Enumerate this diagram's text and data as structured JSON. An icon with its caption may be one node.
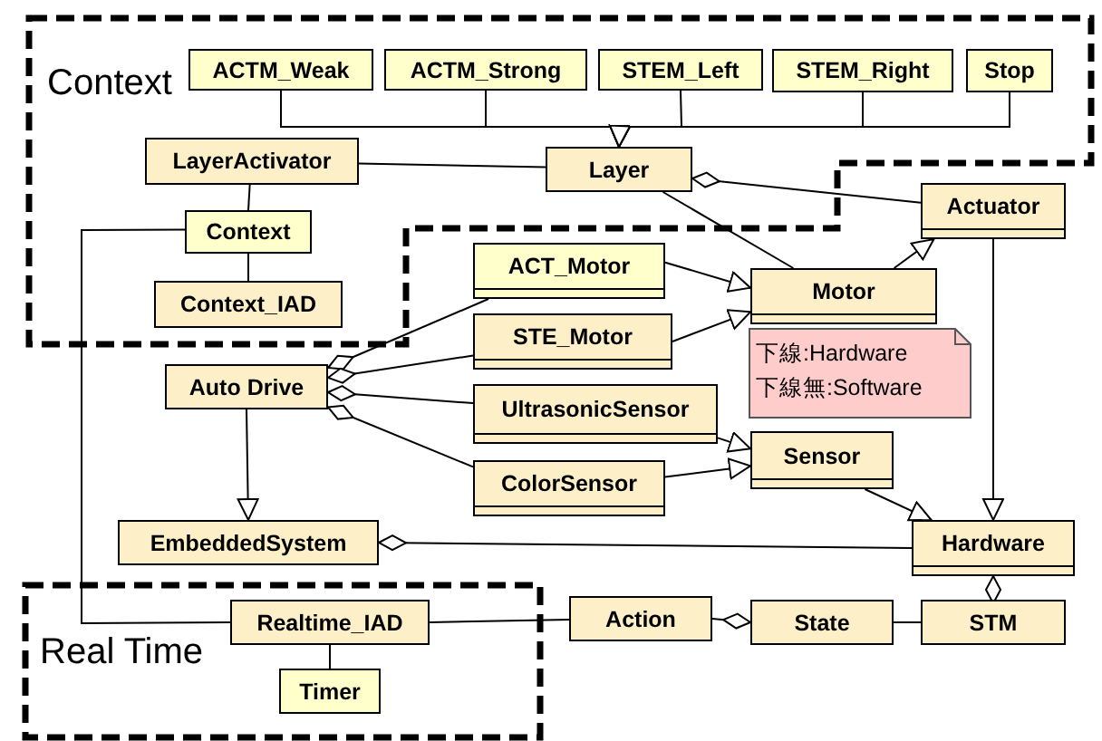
{
  "diagram": {
    "nodes": [
      {
        "text": [
          "Context"
        ]
      },
      {
        "text": [
          "ACTM_Weak"
        ],
        "in": 0
      },
      {
        "text": [
          "ACTM_Strong"
        ],
        "in": 0
      },
      {
        "text": [
          "STEM_Left"
        ],
        "in": 0
      },
      {
        "text": [
          "STEM_Right"
        ],
        "in": 0
      },
      {
        "text": [
          "Stop"
        ],
        "in": 0
      },
      {
        "text": [
          "LayerActivator"
        ],
        "in": 0
      },
      {
        "text": [
          "Layer"
        ],
        "in": 0
      },
      {
        "text": [
          "Actuator"
        ]
      },
      {
        "text": [
          "Context"
        ],
        "in": 0
      },
      {
        "text": [
          "Context_IAD"
        ],
        "in": 0
      },
      {
        "text": [
          "ACT_Motor"
        ]
      },
      {
        "text": [
          "Motor"
        ]
      },
      {
        "text": [
          "下線:Hardware",
          "下線無:Software"
        ]
      },
      {
        "text": [
          "STE_Motor"
        ]
      },
      {
        "text": [
          "Auto Drive"
        ]
      },
      {
        "text": [
          "UltrasonicSensor"
        ]
      },
      {
        "text": [
          "Sensor"
        ]
      },
      {
        "text": [
          "ColorSensor"
        ]
      },
      {
        "text": [
          "EmbeddedSystem"
        ]
      },
      {
        "text": [
          "Hardware"
        ]
      },
      {
        "text": [
          "Real Time"
        ]
      },
      {
        "text": [
          "Realtime_IAD"
        ],
        "in": 21
      },
      {
        "text": [
          "Timer"
        ],
        "in": 21
      },
      {
        "text": [
          "Action"
        ]
      },
      {
        "text": [
          "State"
        ]
      },
      {
        "text": [
          "STM"
        ]
      }
    ],
    "edges": [
      {
        "from": 1,
        "to": 7,
        "arrow": "to"
      },
      {
        "from": 2,
        "to": 7,
        "arrow": "to"
      },
      {
        "from": 3,
        "to": 7,
        "arrow": "to"
      },
      {
        "from": 4,
        "to": 7,
        "arrow": "to"
      },
      {
        "from": 5,
        "to": 7,
        "arrow": "to"
      },
      {
        "from": 6,
        "to": 7,
        "arrow": "none"
      },
      {
        "from": 6,
        "to": 9,
        "arrow": "none"
      },
      {
        "from": 7,
        "to": 8,
        "arrow": "other"
      },
      {
        "from": 7,
        "to": 12,
        "arrow": "none"
      },
      {
        "from": 12,
        "to": 8,
        "arrow": "to"
      },
      {
        "from": 9,
        "to": 22,
        "arrow": "none"
      },
      {
        "from": 9,
        "to": 10,
        "arrow": "none"
      },
      {
        "from": 15,
        "to": 19,
        "arrow": "to"
      },
      {
        "from": 15,
        "to": 11,
        "arrow": "other"
      },
      {
        "from": 15,
        "to": 14,
        "arrow": "other"
      },
      {
        "from": 15,
        "to": 16,
        "arrow": "other"
      },
      {
        "from": 15,
        "to": 18,
        "arrow": "other"
      },
      {
        "from": 11,
        "to": 12,
        "arrow": "to"
      },
      {
        "from": 14,
        "to": 12,
        "arrow": "to"
      },
      {
        "from": 16,
        "to": 17,
        "arrow": "to"
      },
      {
        "from": 18,
        "to": 17,
        "arrow": "to"
      },
      {
        "from": 17,
        "to": 20,
        "arrow": "to"
      },
      {
        "from": 8,
        "to": 20,
        "arrow": "to"
      },
      {
        "from": 19,
        "to": 20,
        "arrow": "other"
      },
      {
        "from": 20,
        "to": 26,
        "arrow": "other"
      },
      {
        "from": 22,
        "to": 24,
        "arrow": "none"
      },
      {
        "from": 25,
        "to": 24,
        "arrow": "other"
      },
      {
        "from": 25,
        "to": 26,
        "arrow": "none"
      },
      {
        "from": 22,
        "to": 23,
        "arrow": "none"
      }
    ]
  }
}
